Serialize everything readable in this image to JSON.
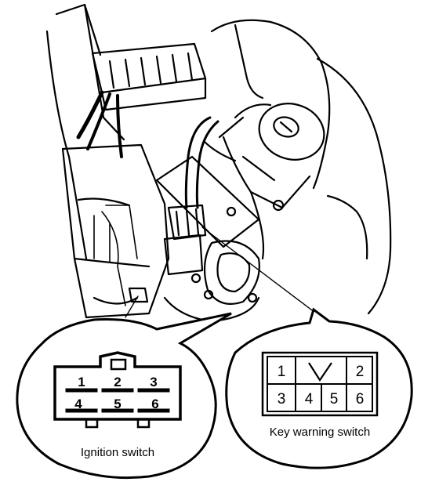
{
  "ignition_callout": {
    "caption": "Ignition switch",
    "pins": [
      "1",
      "2",
      "3",
      "4",
      "5",
      "6"
    ]
  },
  "key_warning_callout": {
    "caption": "Key warning switch",
    "pins_top": [
      "1",
      "2"
    ],
    "pins_bottom": [
      "3",
      "4",
      "5",
      "6"
    ]
  },
  "colors": {
    "line": "#000000",
    "background": "#ffffff"
  }
}
